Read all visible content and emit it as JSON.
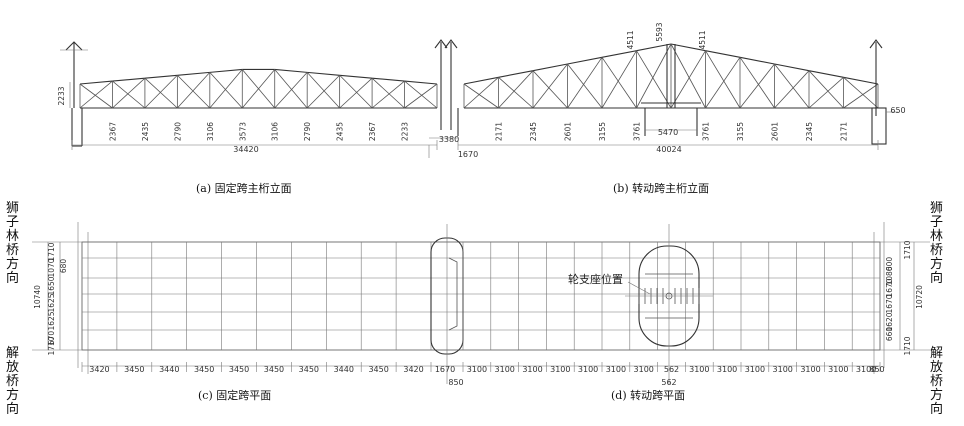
{
  "captions": {
    "a": "(a) 固定跨主桁立面",
    "b": "(b) 转动跨主桁立面",
    "c": "(c) 固定跨平面",
    "d": "(d) 转动跨平面"
  },
  "side_labels": {
    "left_top": "狮子林桥方向",
    "left_bottom": "解放桥方向",
    "right_top": "狮子林桥方向",
    "right_bottom": "解放桥方向"
  },
  "wheel_label": "轮支座位置",
  "elev_fixed": {
    "left_height": "2233",
    "verticals": [
      "2367",
      "2435",
      "2790",
      "3106",
      "3573",
      "3106",
      "2790",
      "2435",
      "2367",
      "2233"
    ],
    "total": "34420"
  },
  "elev_mid": {
    "gap": "3380",
    "offset": "1670"
  },
  "elev_rot": {
    "verticals": [
      "2171",
      "2345",
      "2601",
      "3155",
      "3761",
      "3761",
      "3155",
      "2601",
      "2345",
      "2171"
    ],
    "top_left": "4511",
    "top_mid": "5593",
    "top_right": "4511",
    "base": "5470",
    "total": "40024",
    "right_end": "650"
  },
  "plan_fixed": {
    "left_dims": [
      "1710",
      "1070",
      "1650",
      "1625",
      "1625",
      "670",
      "1710"
    ],
    "overall": "10740",
    "left_inner": "680",
    "bays": [
      "3420",
      "3450",
      "3440",
      "3450",
      "3450",
      "3450",
      "3450",
      "3440",
      "3450",
      "3420"
    ],
    "joint": "1670",
    "below": "850"
  },
  "plan_rot": {
    "bays": [
      "3100",
      "3100",
      "3100",
      "3100",
      "3100",
      "3100",
      "3100",
      "562",
      "3100",
      "3100",
      "3100",
      "3100",
      "3100",
      "3100",
      "3100"
    ],
    "end": "850",
    "below": "562",
    "right_dims": [
      "1710",
      "600",
      "1080",
      "1670",
      "1670",
      "1620",
      "660",
      "1710"
    ],
    "overall": "10720"
  }
}
